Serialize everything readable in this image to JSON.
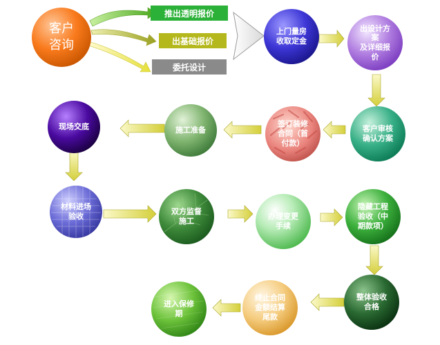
{
  "start": {
    "text": "客户\n咨询",
    "color": "#f97a1c"
  },
  "options": [
    {
      "text": "推出透明报价",
      "color": "#2bb137"
    },
    {
      "text": "出基础报价",
      "color": "#b5b81d"
    },
    {
      "text": "委托设计",
      "color": "#8a8a8a"
    }
  ],
  "steps": [
    {
      "text": "上门量房\n收取定金",
      "color": "#4a44d9"
    },
    {
      "text": "出设计方\n案\n及详细报\n价",
      "color": "#b27fe0"
    },
    {
      "text": "客户审核\n确认方案",
      "color": "#3fb08c"
    },
    {
      "text": "签订装修\n合同（首\n付款）",
      "color": "#e07570"
    },
    {
      "text": "施工准备",
      "color": "#6fa86a"
    },
    {
      "text": "现场交底",
      "color": "#4a0aa0"
    },
    {
      "text": "材料进场\n验收",
      "color": "#6a6ad8"
    },
    {
      "text": "双方监督\n施工",
      "color": "#3e8a3a"
    },
    {
      "text": "办理变更\n手续",
      "color": "#7fd47f"
    },
    {
      "text": "隐藏工程\n验收（中\n期款项）",
      "color": "#3fb03f"
    },
    {
      "text": "整体验收\n合格",
      "color": "#1d5a2a"
    },
    {
      "text": "终止合同\n金额结算\n尾款",
      "color": "#f2c56a"
    },
    {
      "text": "进入保修\n期",
      "color": "#6cc23a"
    }
  ]
}
